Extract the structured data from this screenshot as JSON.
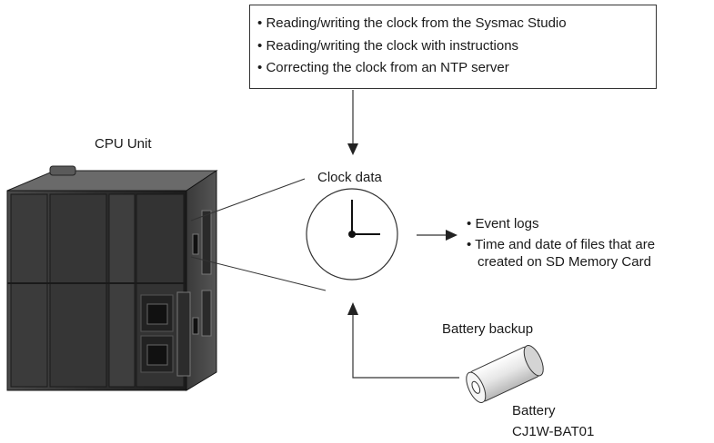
{
  "sources": {
    "items": [
      "Reading/writing the clock from the Sysmac Studio",
      "Reading/writing the clock with instructions",
      "Correcting the clock from an NTP server"
    ]
  },
  "cpu_unit": {
    "label": "CPU Unit"
  },
  "clock": {
    "label": "Clock data"
  },
  "outputs": {
    "items": [
      "Event logs",
      "Time and date of files that are"
    ],
    "continuation": "created on SD Memory Card"
  },
  "battery": {
    "backup_label": "Battery backup",
    "name": "Battery",
    "model": "CJ1W-BAT01"
  },
  "bullet": "•"
}
